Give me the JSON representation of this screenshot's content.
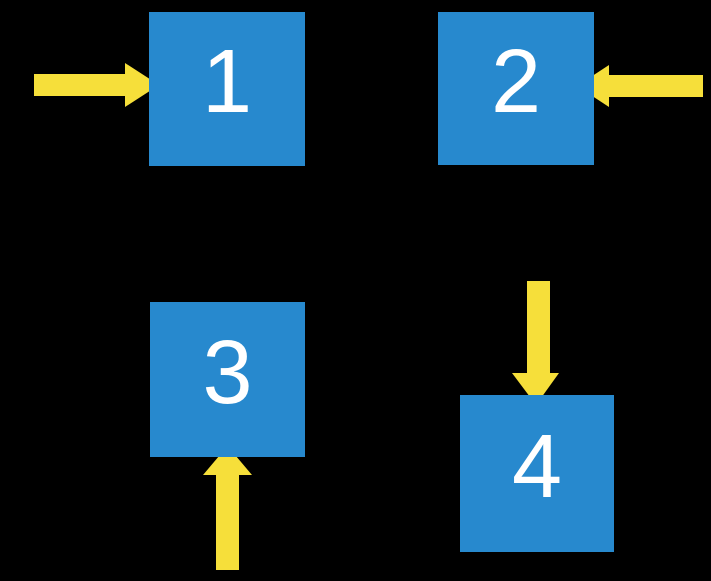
{
  "colors": {
    "background": "#000000",
    "box_fill": "#2789CE",
    "box_label": "#FFFFFF",
    "arrow_fill": "#F6DF3A"
  },
  "boxes": [
    {
      "label": "1",
      "arrow_direction": "right",
      "arrow_enters_side": "left"
    },
    {
      "label": "2",
      "arrow_direction": "left",
      "arrow_enters_side": "right"
    },
    {
      "label": "3",
      "arrow_direction": "up",
      "arrow_enters_side": "bottom"
    },
    {
      "label": "4",
      "arrow_direction": "down",
      "arrow_enters_side": "top"
    }
  ]
}
